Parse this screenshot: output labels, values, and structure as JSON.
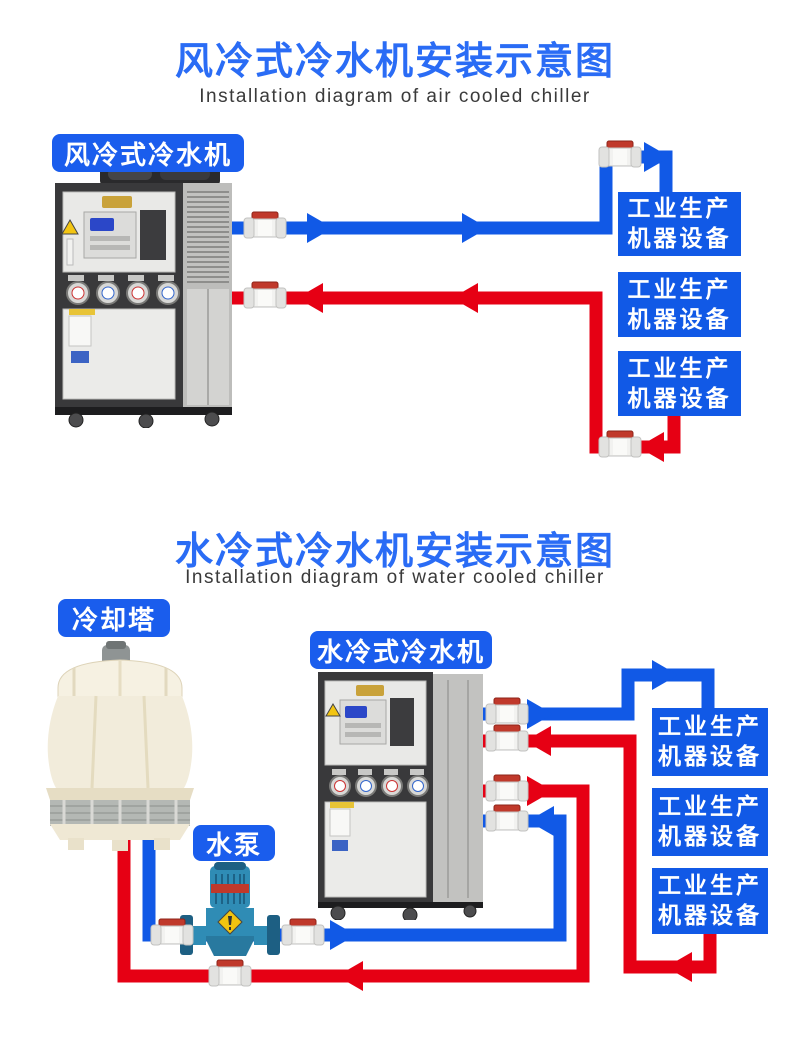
{
  "colors": {
    "title_blue": "#2a6cf5",
    "label_background_blue": "#1a5ded",
    "equipment_box_blue": "#1159e6",
    "pipe_supply_blue": "#1159e6",
    "pipe_return_red": "#e60014",
    "valve_handle_red": "#c0392b",
    "subtitle_gray": "#3a3a3a"
  },
  "air_section": {
    "title": "风冷式冷水机安装示意图",
    "subtitle": "Installation diagram of air cooled chiller",
    "chiller_label": "风冷式冷水机",
    "equipment_boxes": [
      {
        "line1": "工业生产",
        "line2": "机器设备"
      },
      {
        "line1": "工业生产",
        "line2": "机器设备"
      },
      {
        "line1": "工业生产",
        "line2": "机器设备"
      }
    ]
  },
  "water_section": {
    "title": "水冷式冷水机安装示意图",
    "subtitle": "Installation diagram of water cooled chiller",
    "tower_label": "冷却塔",
    "pump_label": "水泵",
    "chiller_label": "水冷式冷水机",
    "equipment_boxes": [
      {
        "line1": "工业生产",
        "line2": "机器设备"
      },
      {
        "line1": "工业生产",
        "line2": "机器设备"
      },
      {
        "line1": "工业生产",
        "line2": "机器设备"
      }
    ]
  }
}
